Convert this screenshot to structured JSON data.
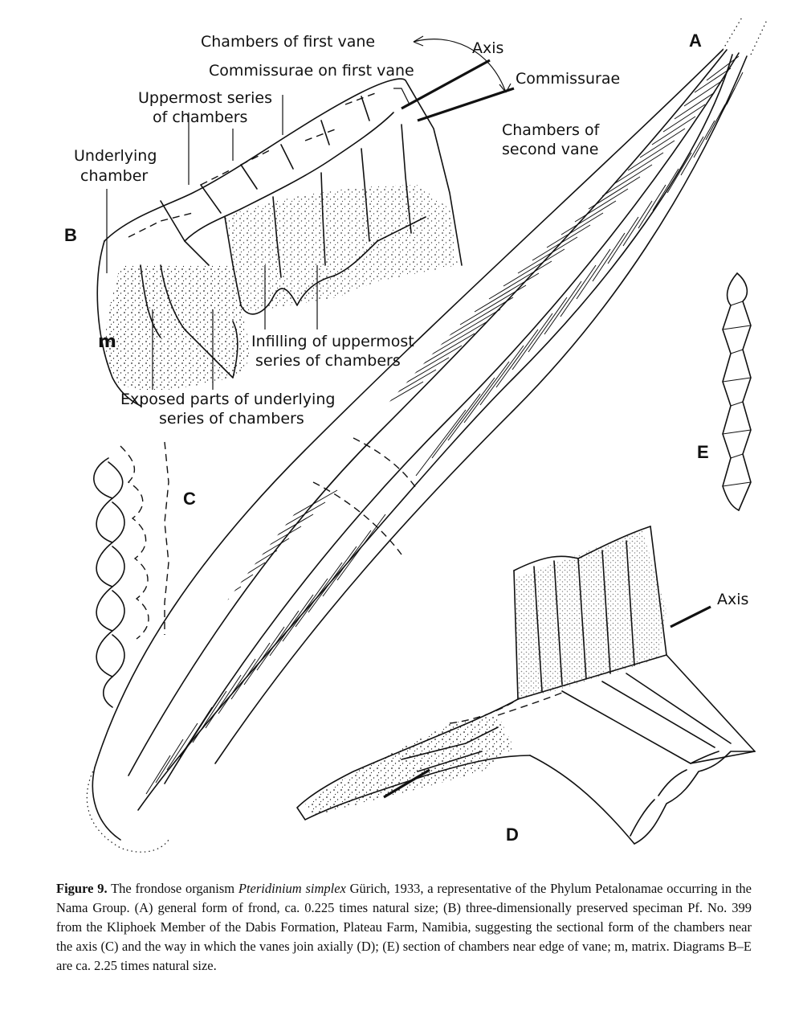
{
  "labels": {
    "chambers_first_vane": "Chambers of first vane",
    "axis_top": "Axis",
    "commissurae_first_vane": "Commissurae on first vane",
    "commissurae": "Commissurae",
    "uppermost_series_1": "Uppermost series",
    "uppermost_series_2": "of chambers",
    "chambers_second_vane_1": "Chambers of",
    "chambers_second_vane_2": "second vane",
    "underlying_chamber_1": "Underlying",
    "underlying_chamber_2": "chamber",
    "matrix": "m",
    "infilling_1": "Infilling of uppermost",
    "infilling_2": "series of chambers",
    "exposed_1": "Exposed parts of underlying",
    "exposed_2": "series of chambers",
    "axis_d": "Axis"
  },
  "panels": {
    "a": "A",
    "b": "B",
    "c": "C",
    "d": "D",
    "e": "E"
  },
  "caption": {
    "label": "Figure 9.",
    "text_1": " The frondose organism ",
    "species": "Pteridinium simplex",
    "text_2": " Gürich, 1933, a representative of the Phylum Petalonamae occurring in the Nama Group. (A) general form of frond, ca. 0.225 times natural size; (B) three-dimensionally preserved speciman Pf. No. 399 from the Kliphoek Member of the Dabis Formation, Plateau Farm, Namibia, suggesting the sectional form of the chambers near the axis (C) and the way in which the vanes join axially (D); (E) section of chambers near edge of vane; m, matrix. Diagrams B–E are ca. 2.25 times natural size."
  }
}
